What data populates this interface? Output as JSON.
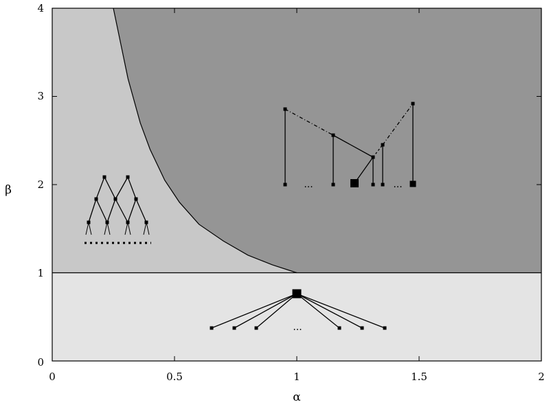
{
  "chart_data": {
    "type": "diagram",
    "xlabel": "α",
    "ylabel": "β",
    "xlim": [
      0,
      2
    ],
    "ylim": [
      0,
      4
    ],
    "x_ticks": [
      "0",
      "0.5",
      "1",
      "1.5",
      "2"
    ],
    "y_ticks": [
      "0",
      "1",
      "2",
      "3",
      "4"
    ],
    "colors": {
      "region_lower": "#e4e4e4",
      "region_upper_left": "#c8c8c8",
      "region_upper_right": "#959595",
      "ink": "#000000"
    },
    "regions": [
      {
        "id": "lower",
        "condition": "beta < 1"
      },
      {
        "id": "upper-left",
        "condition": "beta > 1, left of boundary curve"
      },
      {
        "id": "upper-right",
        "condition": "beta > 1, right of boundary curve"
      }
    ],
    "boundary_curve": [
      [
        0.25,
        4.0
      ],
      [
        0.28,
        3.6
      ],
      [
        0.31,
        3.2
      ],
      [
        0.36,
        2.7
      ],
      [
        0.4,
        2.4
      ],
      [
        0.46,
        2.05
      ],
      [
        0.52,
        1.8
      ],
      [
        0.6,
        1.55
      ],
      [
        0.7,
        1.36
      ],
      [
        0.8,
        1.2
      ],
      [
        0.9,
        1.09
      ],
      [
        1.0,
        1.0
      ]
    ],
    "dots_text": "..."
  }
}
